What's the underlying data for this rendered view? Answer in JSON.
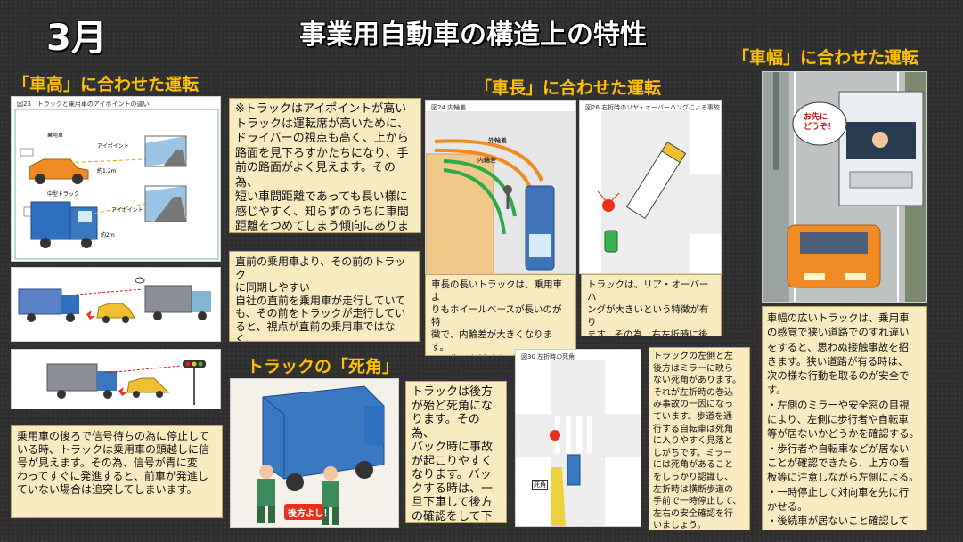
{
  "month": "3月",
  "title": "事業用自動車の構造上の特性",
  "sections": {
    "height": "「車高」に合わせた運転",
    "length": "「車長」に合わせた運転",
    "width": "「車幅」に合わせた運転",
    "blind": "トラックの「死角」"
  },
  "figures": {
    "fig23": "図23　トラックと乗用車のアイポイントの違い",
    "fig24": "図24 内輪差",
    "fig26": "図26 右折時のリヤ・オーバーハングによる事故",
    "fig30": "図30 左折時の死角",
    "label_car": "乗用車",
    "label_truck": "中型トラック",
    "label_eyepoint": "アイポイント",
    "label_h1": "約1.2m",
    "label_h2": "約2m",
    "label_outer": "外輪差",
    "label_inner": "内輪差",
    "label_blindspot": "死角",
    "bubble_after_you": "お先に\nどうぞ！",
    "sign_back_ok": "後方よし！"
  },
  "notes": {
    "eyepoint": "※トラックはアイポイントが高い\nトラックは運転席が高いために、\nドライバーの視点も高く、上から\n路面を見下ろすかたちになり、手\n前の路面がよく見えます。その為、\n短い車間距離であっても長い様に\n感じやすく、知らずのうちに車間\n距離をつめてしまう傾向にありま\nす。",
    "sync": "直前の乗用車より、その前のトラック\nに同期しやすい\n自社の直前を乗用車が走行していて\nも、その前をトラックが走行してい\nると、視点が直前の乗用車ではなく、\nその前のトラックに向いてしまいが\nちです。",
    "signal": "乗用車の後ろで信号待ちの為に停止して\nいる時、トラックは乗用車の頭越しに信\n号が見えます。その為、信号が青に変\nわってすぐに発進すると、前車が発進し\nていない場合は追突してしまいます。",
    "wheelbase": "車長の長いトラックは、乗用車よ\nりもホイールベースが長いのが特\n徴で、内輪差が大きくなります。\nその為、左折時などに左側方のバ\nイクや自転車、歩行者を巻込むリ\nスクが有ります。",
    "overhang": "トラックは、リア・オーバーハ\nングが大きいという特徴が有り\nます。その為、右左折時に後続\n車や対向車と接触することがあ\nります。",
    "rear_blind": "トラックは後方\nが殆ど死角にな\nります。その為、\nバック時に事故\nが起こりやすく\nなります。バッ\nクする時は、一\n旦下車して後方\nの確認をして下\nさい。",
    "left_blind": "トラックの左側と左\n後方はミラーに映ら\nない死角があります。\nそれが左折時の巻込\nみ事故の一因になっ\nています。歩道を通\n行する自転車は死角\nに入りやすく見落と\nしがちです。ミラー\nには死角があること\nをしっかり認識し、\n左折時は横断歩道の\n手前で一時停止して、\n左右の安全確認を行\nいましょう。",
    "width": "車幅の広いトラックは、乗用車\nの感覚で狭い道路でのすれ違い\nをすると、思わぬ接触事故を招\nきます。狭い道路が有る時は、\n次の様な行動を取るのが安全で\nす。\n・左側のミラーや安全窓の目視\nにより、左側に歩行者や自転車\n等が居ないかどうかを確認する。\n・歩行者や自転車などが居ない\nことが確認できたら、上方の看\n板等に注意しながら左側による。\n・一時停止して対向車を先に行\nかせる。\n・後続車が居ないこと確認して\n発進する。"
  },
  "colors": {
    "heading_yellow": "#ffc000",
    "note_bg": "#f8ebc0",
    "truck_blue": "#3a78c2",
    "car_orange": "#f08a24"
  }
}
